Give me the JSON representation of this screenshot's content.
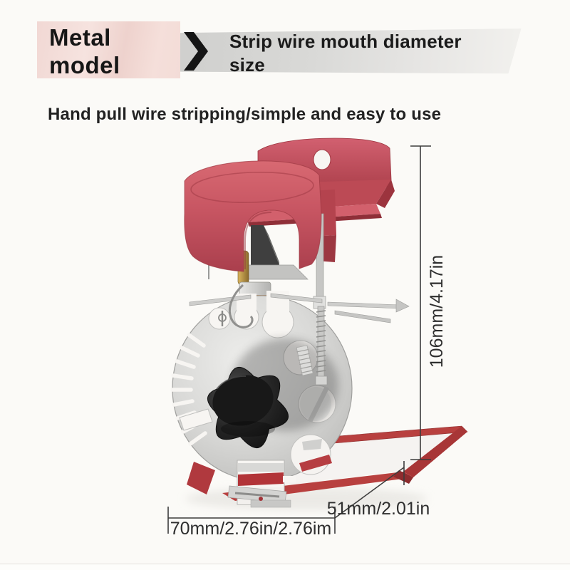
{
  "header": {
    "badge": {
      "line1": "Metal",
      "line2": "model"
    },
    "banner": {
      "line1": "Strip wire mouth diameter",
      "line2": "size"
    },
    "tagline": "Hand pull wire stripping/simple and easy to use"
  },
  "product": {
    "alt": "hand-pull wire stripping tool: red plastic handle and bracket, steel gauge dial with hole cutouts, black star knob, red base frame"
  },
  "dimensions": {
    "height": "106mm/4.17in",
    "depth": "51mm/2.01in",
    "width": "70mm/2.76in/2.76im"
  },
  "icons": {
    "chevron_right": "❯"
  },
  "colors": {
    "badge_pink": "#f4ddd9",
    "banner_gray": "#d6d6d4",
    "plastic_red": "#c75562",
    "base_red": "#b8403f",
    "steel_gray": "#d9d9d7",
    "knob_black": "#262626",
    "dimension_line": "#3c3c3c",
    "text_black": "#1b1b1b"
  }
}
